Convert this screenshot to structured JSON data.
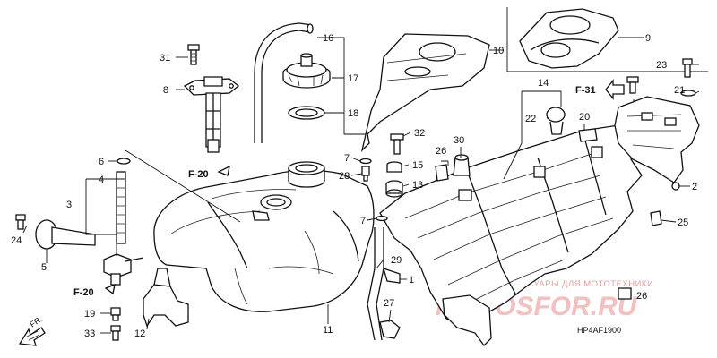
{
  "callouts": {
    "c1": "1",
    "c2": "2",
    "c3": "3",
    "c4": "4",
    "c5": "5",
    "c6": "6",
    "c7a": "7",
    "c7b": "7",
    "c8": "8",
    "c9": "9",
    "c10": "10",
    "c11": "11",
    "c12": "12",
    "c13": "13",
    "c14": "14",
    "c15": "15",
    "c16": "16",
    "c17": "17",
    "c18": "18",
    "c19": "19",
    "c20": "20",
    "c21": "21",
    "c22": "22",
    "c23": "23",
    "c24": "24",
    "c25": "25",
    "c26a": "26",
    "c26b": "26",
    "c27": "27",
    "c28": "28",
    "c29": "29",
    "c30": "30",
    "c31": "31",
    "c32": "32",
    "c33": "33"
  },
  "refs": {
    "f20_top": "F-20",
    "f20_bottom": "F-20",
    "f31": "F-31",
    "fr": "FR."
  },
  "diagram_code": "HP4AF1900",
  "watermark": {
    "text": "ЗАПЧАСТИ И АКСЕССУАРЫ ДЛЯ МОТОТЕХНИКИ",
    "logo": "MOTOSFOR.RU"
  }
}
